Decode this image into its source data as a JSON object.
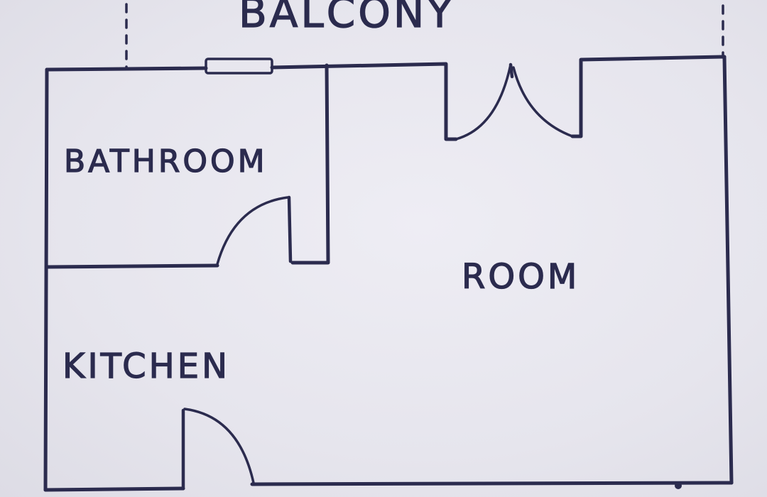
{
  "diagram": {
    "labels": {
      "balcony": "BALCONY",
      "bathroom": "BATHROOM",
      "room": "ROOM",
      "kitchen": "KITCHEN"
    },
    "colors": {
      "ink": "#2b2b4e",
      "paper": "#e7e6ee"
    }
  }
}
